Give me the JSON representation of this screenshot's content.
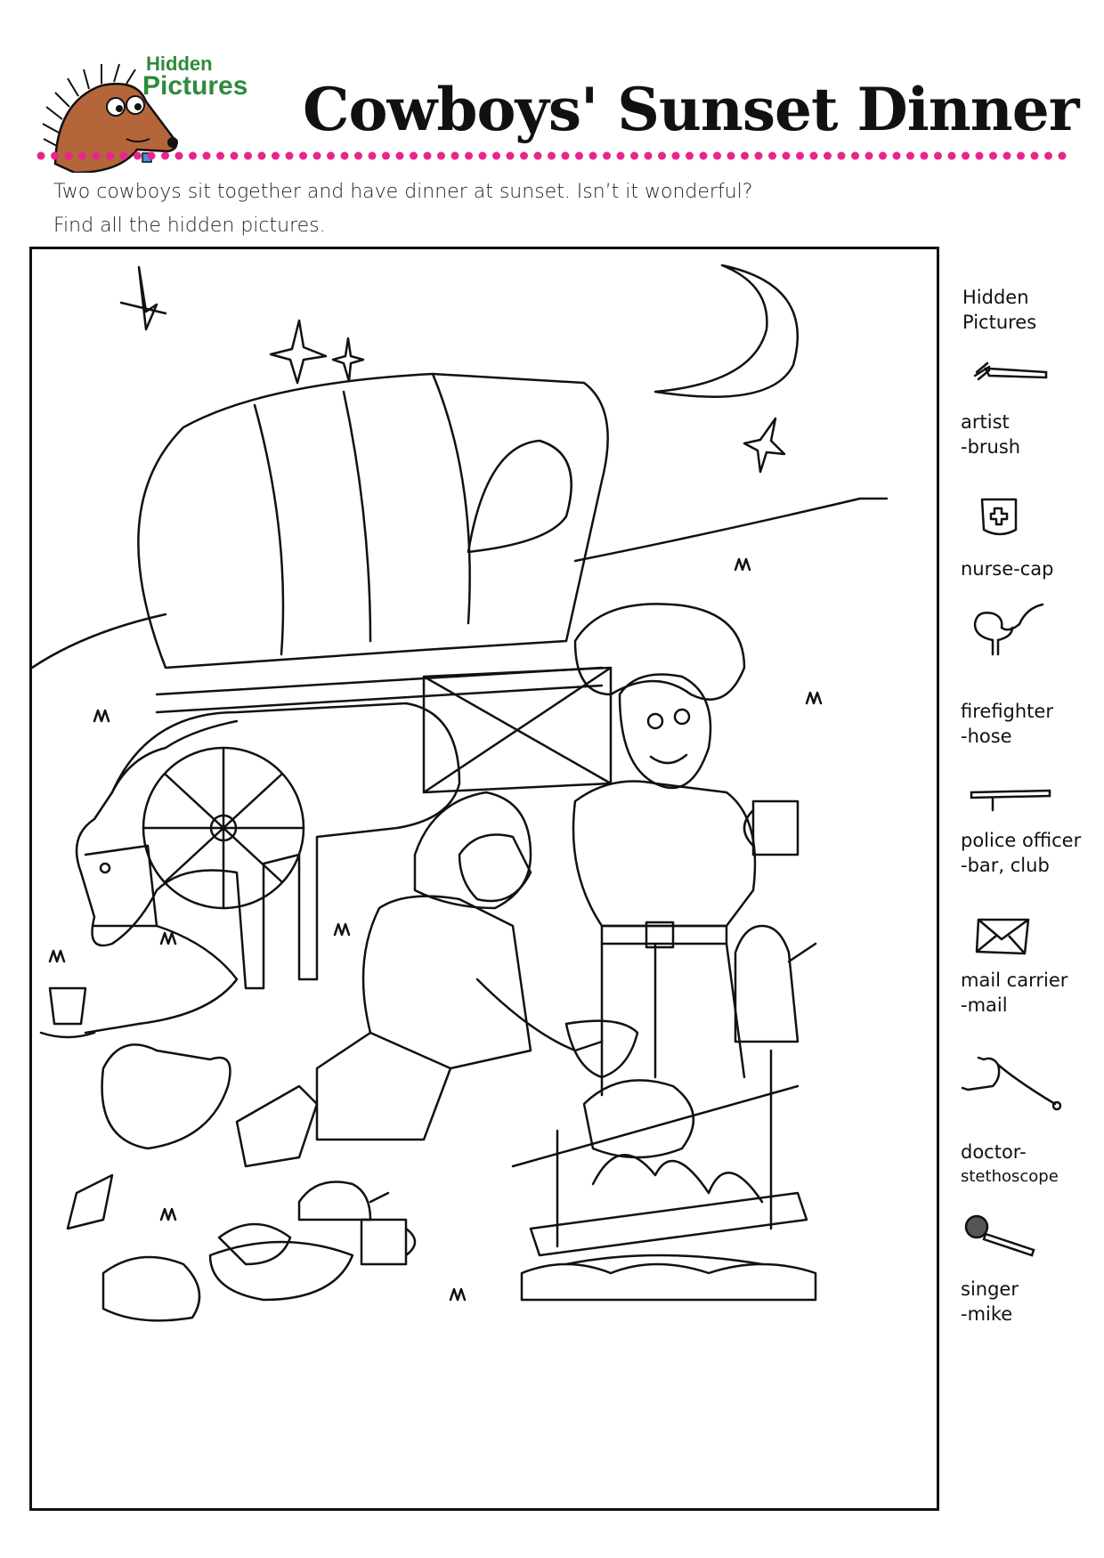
{
  "header": {
    "logo_line1": "Hidden",
    "logo_line2": "Pictures",
    "title": "Cowboys' Sunset Dinner",
    "intro_line1": "Two cowboys sit together and have dinner at sunset. Isn’t it wonderful?",
    "intro_line2": "Find all the hidden pictures."
  },
  "sidebar": {
    "title_line1": "Hidden",
    "title_line2": "Pictures",
    "items": [
      {
        "line1": "artist",
        "line2": "-brush",
        "icon": "brush-icon"
      },
      {
        "line1": "nurse-cap",
        "line2": "",
        "icon": "nurse-cap-icon"
      },
      {
        "line1": "firefighter",
        "line2": "-hose",
        "icon": "hose-icon"
      },
      {
        "line1": "police officer",
        "line2": "-bar, club",
        "icon": "club-icon"
      },
      {
        "line1": "mail carrier",
        "line2": "-mail",
        "icon": "envelope-icon"
      },
      {
        "line1": "doctor-",
        "line2": "stethoscope",
        "icon": "stethoscope-icon"
      },
      {
        "line1": "singer",
        "line2": "-mike",
        "icon": "microphone-icon"
      }
    ]
  },
  "colors": {
    "dots": "#e8258a",
    "logo_green": "#2f8a3c",
    "hedgehog": "#b5653a"
  }
}
